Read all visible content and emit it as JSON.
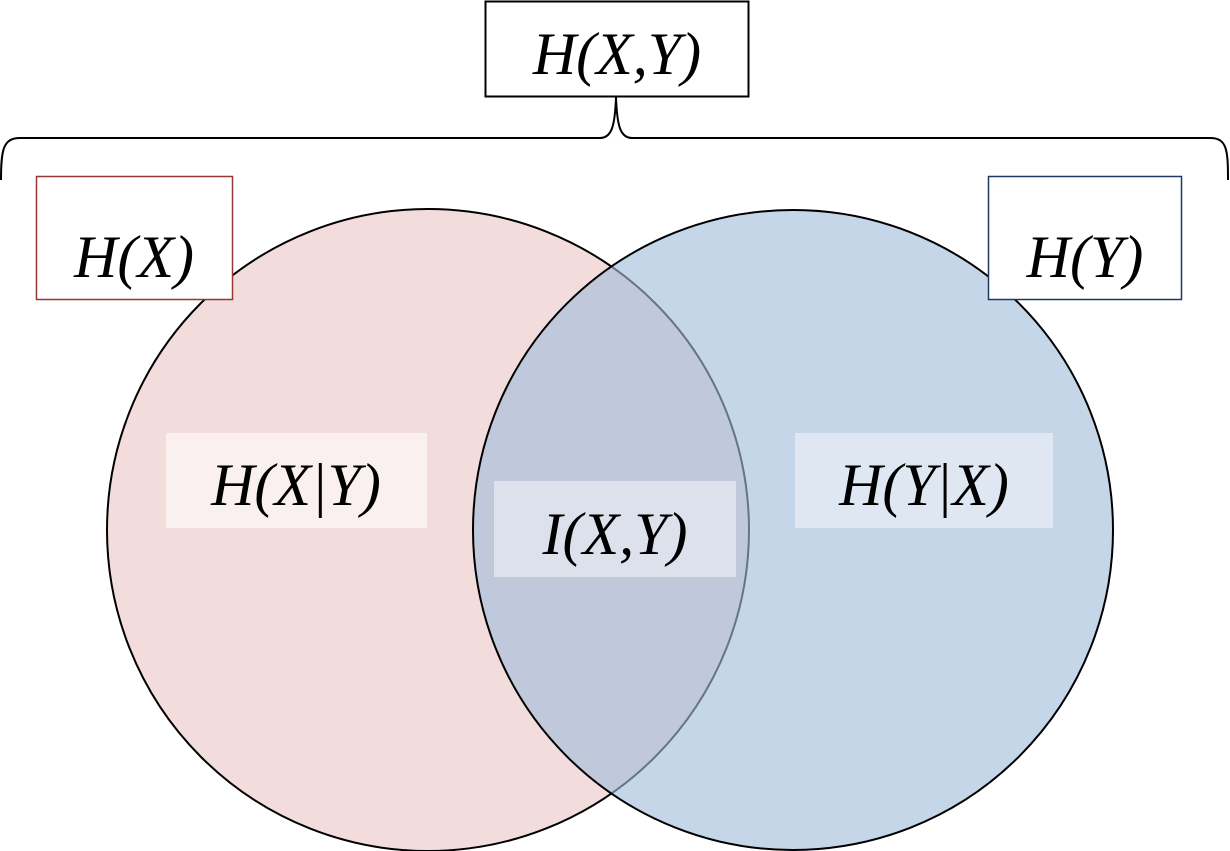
{
  "title": "H(X,Y)",
  "sets": {
    "x_label": "H(X)",
    "y_label": "H(Y)"
  },
  "regions": {
    "x_given_y": "H(X|Y)",
    "mutual": "I(X,Y)",
    "y_given_x": "H(Y|X)"
  },
  "colors": {
    "x_fill": "#f2dddc",
    "y_fill": "#c5d6e8",
    "x_border": "#953735",
    "y_border": "#1f3864"
  }
}
